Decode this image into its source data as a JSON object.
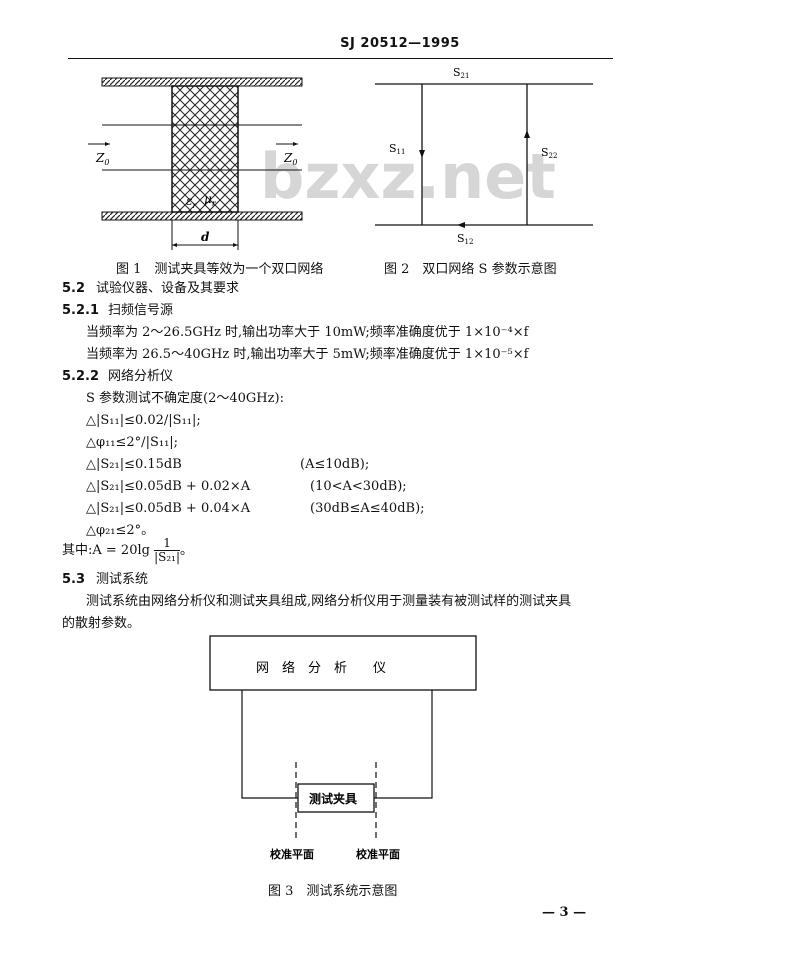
{
  "header": {
    "code": "SJ 20512—1995"
  },
  "watermark": "bzxz.net",
  "fig1": {
    "caption": "图 1　测试夹具等效为一个双口网络",
    "z_left": "Z",
    "z_left_sub": "0",
    "z_right": "Z",
    "z_right_sub": "0",
    "eps": "ε",
    "eps_sub": "r",
    "mu": "μ",
    "mu_sub": "r",
    "d_label": "d"
  },
  "fig2": {
    "caption": "图 2　双口网络 S 参数示意图",
    "s21": "S",
    "s21_sub": "21",
    "s11": "S",
    "s11_sub": "11",
    "s22": "S",
    "s22_sub": "22",
    "s12": "S",
    "s12_sub": "12"
  },
  "sections": {
    "s52_num": "5.2",
    "s52_title": "试验仪器、设备及其要求",
    "s521_num": "5.2.1",
    "s521_title": "扫频信号源",
    "s521_line1": "当频率为 2～26.5GHz 时,输出功率大于 10mW;频率准确度优于 1×10⁻⁴×f",
    "s521_line2": "当频率为 26.5～40GHz 时,输出功率大于 5mW;频率准确度优于 1×10⁻⁵×f",
    "s522_num": "5.2.2",
    "s522_title": "网络分析仪",
    "s522_intro": "S 参数测试不确定度(2～40GHz):",
    "req1": "△|S₁₁|≤0.02/|S₁₁|;",
    "req2": "△φ₁₁≤2°/|S₁₁|;",
    "req3": "△|S₂₁|≤0.15dB",
    "req3_cond": "(A≤10dB);",
    "req4": "△|S₂₁|≤0.05dB + 0.02×A",
    "req4_cond": "(10<A<30dB);",
    "req5": "△|S₂₁|≤0.05dB + 0.04×A",
    "req5_cond": "(30dB≤A≤40dB);",
    "req6": "△φ₂₁≤2°。",
    "where_prefix": "其中:A = 20lg",
    "where_num": "1",
    "where_den": "|S₂₁|",
    "where_end": "。",
    "s53_num": "5.3",
    "s53_title": "测试系统",
    "s53_line1": "测试系统由网络分析仪和测试夹具组成,网络分析仪用于测量装有被测试样的测试夹具",
    "s53_line2": "的散射参数。"
  },
  "fig3": {
    "analyzer_label": "网　络　分　析　　仪",
    "fixture_label": "测试夹具",
    "plane_left": "校准平面",
    "plane_right": "校准平面",
    "caption": "图 3　测试系统示意图"
  },
  "page_number": "— 3 —"
}
